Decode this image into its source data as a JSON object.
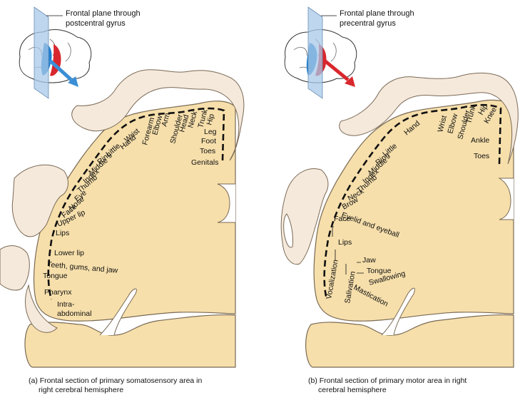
{
  "colors": {
    "tissue": "#f6dfab",
    "tissue_stroke": "#7a6a55",
    "ribbon": "#f5e9dc",
    "somato_arrow": "#3a8fd6",
    "motor_arrow": "#d8272d",
    "plane": "#a8c8e8",
    "brain_blue": "#1e7fd0",
    "brain_red": "#d8272d"
  },
  "panel_a": {
    "plane_label_line1": "Frontal plane through",
    "plane_label_line2": "postcentral gyrus",
    "caption_line1": "(a) Frontal section of primary somatosensory area in",
    "caption_line2": "right cerebral hemisphere",
    "labels": [
      "Genitals",
      "Toes",
      "Foot",
      "Leg",
      "Hip",
      "Trunk",
      "Neck",
      "Head",
      "Shoulder",
      "Arm",
      "Elbow",
      "Forearm",
      "Wrist",
      "Hand",
      "Little",
      "Ring",
      "Middle",
      "Index",
      "Thumb",
      "Eye",
      "Nose",
      "Face",
      "Upper lip",
      "Lips",
      "Lower lip",
      "Teeth, gums, and jaw",
      "Tongue",
      "Pharynx",
      "Intra-",
      "abdominal"
    ]
  },
  "panel_b": {
    "plane_label_line1": "Frontal plane through",
    "plane_label_line2": "precentral gyrus",
    "caption_line1": "(b) Frontal section of primary motor area in right",
    "caption_line2": "cerebral hemisphere",
    "labels": [
      "Toes",
      "Ankle",
      "Knee",
      "Hip",
      "Trunk",
      "Shoulder",
      "Elbow",
      "Wrist",
      "Hand",
      "Little",
      "Ring",
      "Middle",
      "Index",
      "Thumb",
      "Neck",
      "Brow",
      "Eyelid and eyeball",
      "Face",
      "Lips",
      "Jaw",
      "Tongue",
      "Swallowing",
      "Mastication",
      "Salivation",
      "Vocalization"
    ]
  }
}
